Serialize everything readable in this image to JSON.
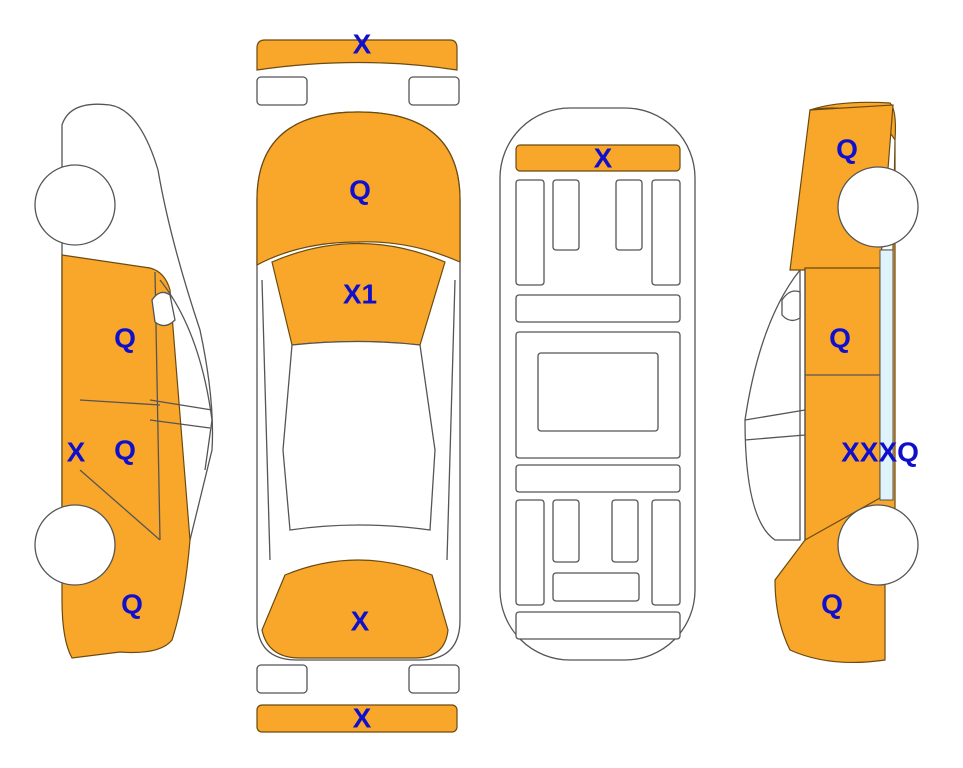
{
  "colors": {
    "damage_fill": "#f9a72b",
    "label": "#1010cc",
    "glass": "#dff3fa"
  },
  "left_side": {
    "front_door": "Q",
    "rear_door": "Q",
    "sill": "X",
    "rear_quarter": "Q"
  },
  "top_view": {
    "front_bumper": "X",
    "hood": "Q",
    "windshield": "X1",
    "rear_window": "X",
    "rear_bumper": "X"
  },
  "underbody": {
    "front_panel": "X"
  },
  "right_side": {
    "front_fender": "Q",
    "front_door": "Q",
    "rear_door": "XXXQ",
    "rear_quarter": "Q"
  }
}
